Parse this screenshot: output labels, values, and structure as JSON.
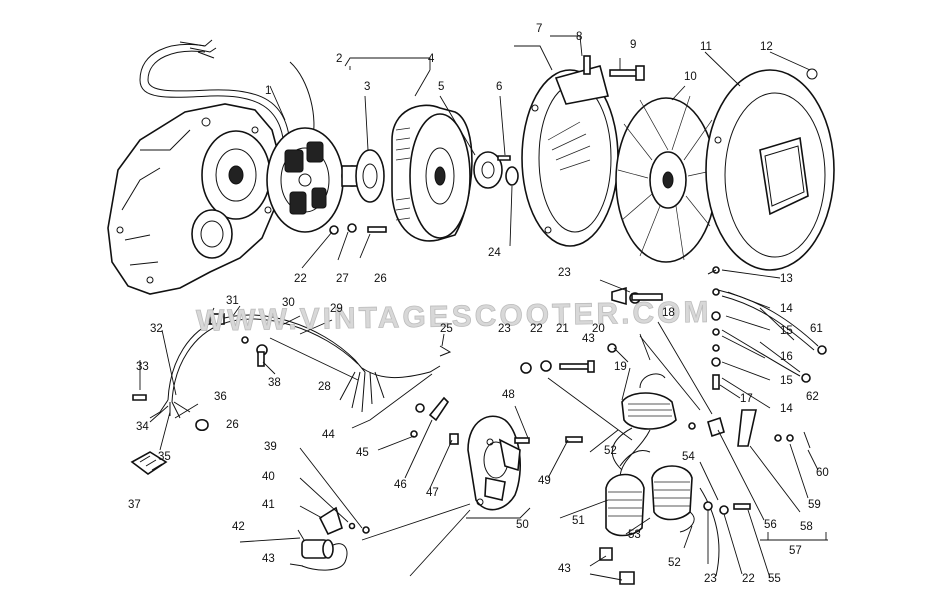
{
  "watermark": "WWW.VINTAGESCOOTER.COM",
  "callouts": [
    {
      "label": "1"
    },
    {
      "label": "2"
    },
    {
      "label": "3"
    },
    {
      "label": "4"
    },
    {
      "label": "5"
    },
    {
      "label": "6"
    },
    {
      "label": "7"
    },
    {
      "label": "8"
    },
    {
      "label": "9"
    },
    {
      "label": "10"
    },
    {
      "label": "11"
    },
    {
      "label": "12"
    },
    {
      "label": "13"
    },
    {
      "label": "14"
    },
    {
      "label": "15"
    },
    {
      "label": "16"
    },
    {
      "label": "15"
    },
    {
      "label": "14"
    },
    {
      "label": "17"
    },
    {
      "label": "18"
    },
    {
      "label": "19"
    },
    {
      "label": "20"
    },
    {
      "label": "21"
    },
    {
      "label": "22"
    },
    {
      "label": "23"
    },
    {
      "label": "24"
    },
    {
      "label": "25"
    },
    {
      "label": "26"
    },
    {
      "label": "27"
    },
    {
      "label": "22"
    },
    {
      "label": "23"
    },
    {
      "label": "28"
    },
    {
      "label": "29"
    },
    {
      "label": "30"
    },
    {
      "label": "31"
    },
    {
      "label": "32"
    },
    {
      "label": "33"
    },
    {
      "label": "34"
    },
    {
      "label": "35"
    },
    {
      "label": "36"
    },
    {
      "label": "26"
    },
    {
      "label": "37"
    },
    {
      "label": "38"
    },
    {
      "label": "39"
    },
    {
      "label": "40"
    },
    {
      "label": "41"
    },
    {
      "label": "42"
    },
    {
      "label": "43"
    },
    {
      "label": "44"
    },
    {
      "label": "45"
    },
    {
      "label": "46"
    },
    {
      "label": "47"
    },
    {
      "label": "48"
    },
    {
      "label": "49"
    },
    {
      "label": "50"
    },
    {
      "label": "43"
    },
    {
      "label": "52"
    },
    {
      "label": "51"
    },
    {
      "label": "53"
    },
    {
      "label": "52"
    },
    {
      "label": "54"
    },
    {
      "label": "23"
    },
    {
      "label": "22"
    },
    {
      "label": "55"
    },
    {
      "label": "56"
    },
    {
      "label": "57"
    },
    {
      "label": "58"
    },
    {
      "label": "59"
    },
    {
      "label": "60"
    },
    {
      "label": "61"
    },
    {
      "label": "62"
    },
    {
      "label": "43"
    }
  ]
}
